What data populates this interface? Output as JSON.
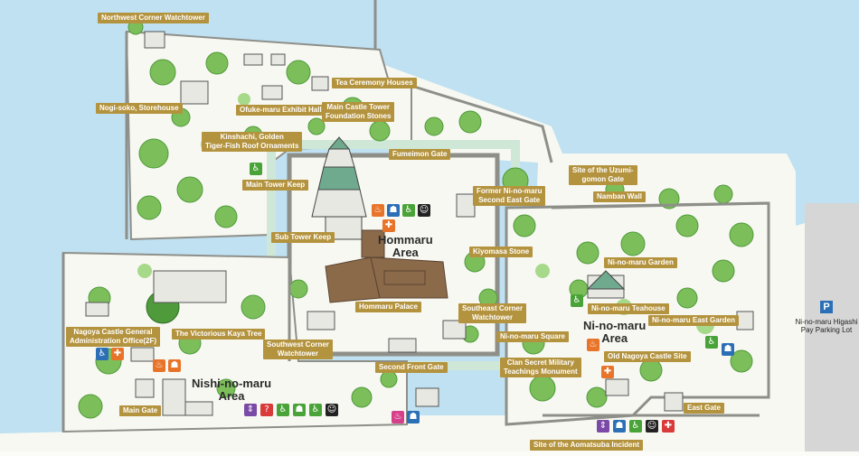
{
  "labels": {
    "northwest_watchtower": "Northwest Corner Watchtower",
    "tea_ceremony": "Tea Ceremony Houses",
    "nogi_soko": "Nogi-soko, Storehouse",
    "ofuke_maru": "Ofuke-maru Exhibit Hall",
    "main_tower_foundation": "Main Castle Tower\nFoundation Stones",
    "kinshachi": "Kinshachi, Golden\nTiger-Fish Roof Ornaments",
    "fumeimon": "Fumeimon Gate",
    "main_tower_keep": "Main Tower Keep",
    "former_ninomaru_gate": "Former Ni-no-maru\nSecond East Gate",
    "uzumigomon": "Site of the Uzumi-\ngomon Gate",
    "namban_wall": "Namban Wall",
    "sub_tower_keep": "Sub Tower Keep",
    "kiyomasa_stone": "Kiyomasa Stone",
    "ninomaru_garden": "Ni-no-maru Garden",
    "hommaru_palace": "Hommaru Palace",
    "southeast_watchtower": "Southeast Corner\nWatchtower",
    "ninomaru_teahouse": "Ni-no-maru Teahouse",
    "ninomaru_east_garden": "Ni-no-maru East Garden",
    "admin_office": "Nagoya Castle General\nAdministration Office(2F)",
    "kaya_tree": "The Victorious Kaya Tree",
    "southwest_watchtower": "Southwest Corner\nWatchtower",
    "ninomaru_square": "Ni-no-maru Square",
    "old_nagoya_site": "Old Nagoya Castle Site",
    "clan_secret": "Clan Secret Military\nTeachings Monument",
    "second_front_gate": "Second Front Gate",
    "main_gate": "Main Gate",
    "east_gate": "East Gate",
    "aomatsuba": "Site of the Aomatsuba Incident"
  },
  "areas": {
    "hommaru": [
      "Hommaru",
      "Area"
    ],
    "nishinomaru": [
      "Nishi-no-maru",
      "Area"
    ],
    "ninomaru": [
      "Ni-no-maru",
      "Area"
    ]
  },
  "parking": {
    "symbol": "P",
    "label": "Ni-no-maru Higashi\nPay Parking Lot"
  },
  "colors": {
    "moat": "#bfe1f1",
    "moat_edge": "#8cc7e3",
    "ground": "#f8f8f2",
    "wall": "#e8e8e3",
    "wall_edge": "#8f8f8a",
    "tree": "#7cbf5a",
    "tree_light": "#a7d98a",
    "tree_dark": "#4f9a3b",
    "roof": "#8b6a4a",
    "label_bg": "#b4933e",
    "icon_orange": "#e8742a",
    "icon_blue": "#2b6fb6",
    "icon_green": "#4aa338",
    "icon_purple": "#7a4aa6",
    "icon_red": "#d93a3a",
    "icon_pink": "#d6408a",
    "icon_black": "#222222",
    "parking_road": "#d6d6d6"
  },
  "icons": [
    "restaurant-icon",
    "shop-icon",
    "accessible-toilet-icon",
    "baby-room-icon",
    "toilet-icon",
    "information-icon",
    "elevator-icon",
    "first-aid-icon"
  ]
}
